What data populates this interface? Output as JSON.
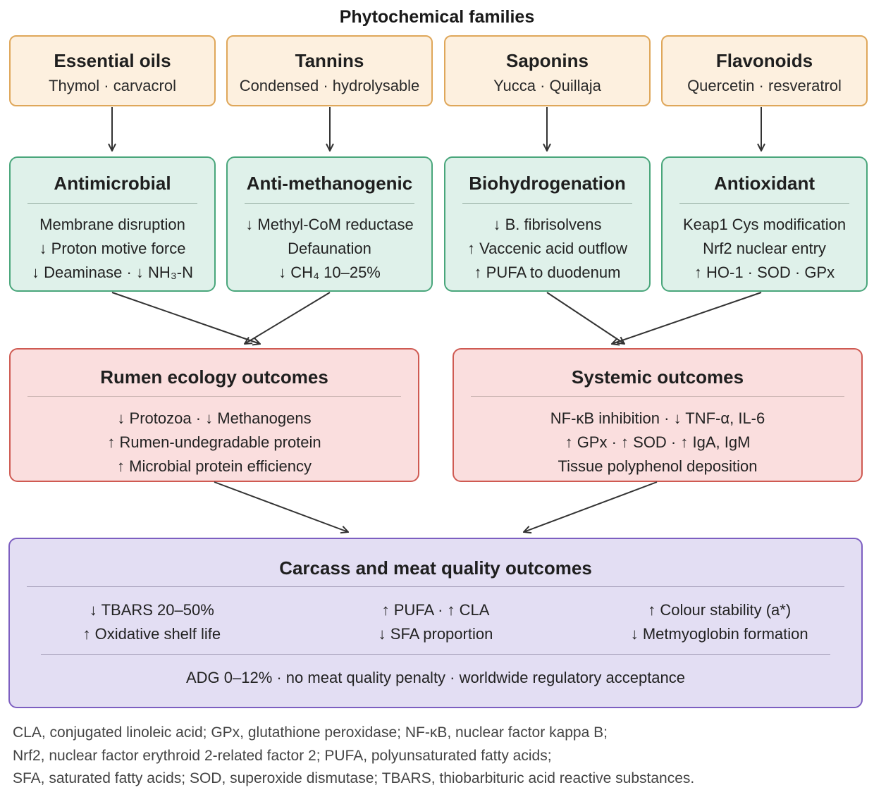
{
  "title": "Phytochemical families",
  "families": [
    {
      "name": "Essential oils",
      "examples": "Thymol · carvacrol"
    },
    {
      "name": "Tannins",
      "examples": "Condensed · hydrolysable"
    },
    {
      "name": "Saponins",
      "examples": "Yucca · Quillaja"
    },
    {
      "name": "Flavonoids",
      "examples": "Quercetin · resveratrol"
    }
  ],
  "mechanisms": [
    {
      "name": "Antimicrobial",
      "lines": [
        "Membrane disruption",
        "↓ Proton motive force",
        "↓ Deaminase · ↓ NH₃-N"
      ]
    },
    {
      "name": "Anti-methanogenic",
      "lines": [
        "↓ Methyl-CoM reductase",
        "Defaunation",
        "↓ CH₄ 10–25%"
      ]
    },
    {
      "name": "Biohydrogenation",
      "lines": [
        "↓ B. fibrisolvens",
        "↑ Vaccenic acid outflow",
        "↑ PUFA to duodenum"
      ]
    },
    {
      "name": "Antioxidant",
      "lines": [
        "Keap1 Cys modification",
        "Nrf2 nuclear entry",
        "↑ HO-1 · SOD · GPx"
      ]
    }
  ],
  "outcomes": [
    {
      "name": "Rumen ecology outcomes",
      "lines": [
        "↓ Protozoa · ↓ Methanogens",
        "↑ Rumen-undegradable protein",
        "↑ Microbial protein efficiency"
      ]
    },
    {
      "name": "Systemic outcomes",
      "lines": [
        "NF-κB inhibition · ↓ TNF-α, IL-6",
        "↑ GPx · ↑ SOD · ↑ IgA, IgM",
        "Tissue polyphenol deposition"
      ]
    }
  ],
  "carcass": {
    "name": "Carcass and meat quality outcomes",
    "columns": [
      [
        "↓ TBARS 20–50%",
        "↑ Oxidative shelf life"
      ],
      [
        "↑ PUFA · ↑ CLA",
        "↓ SFA proportion"
      ],
      [
        "↑ Colour stability (a*)",
        "↓ Metmyoglobin formation"
      ]
    ],
    "summary": "ADG 0–12% · no meat quality penalty · worldwide regulatory acceptance"
  },
  "footnotes": [
    "CLA, conjugated linoleic acid; GPx, glutathione peroxidase; NF-κB, nuclear factor kappa B;",
    "Nrf2, nuclear factor erythroid 2-related factor 2; PUFA, polyunsaturated fatty acids;",
    "SFA, saturated fatty acids; SOD, superoxide dismutase; TBARS, thiobarbituric acid reactive substances."
  ]
}
